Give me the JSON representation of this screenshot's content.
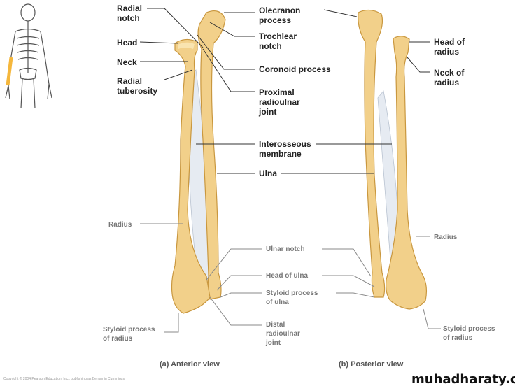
{
  "labels_anterior_left": {
    "radial_notch": [
      "Radial",
      "notch"
    ],
    "head": "Head",
    "neck": "Neck",
    "radial_tuberosity": [
      "Radial",
      "tuberosity"
    ],
    "radius": "Radius",
    "styloid_process_radius": [
      "Styloid process",
      "of radius"
    ]
  },
  "labels_center": {
    "olecranon_process": [
      "Olecranon",
      "process"
    ],
    "trochlear_notch": [
      "Trochlear",
      "notch"
    ],
    "coronoid_process": "Coronoid process",
    "proximal_radioulnar_joint": [
      "Proximal",
      "radioulnar",
      "joint"
    ],
    "interosseous_membrane": [
      "Interosseous",
      "membrane"
    ],
    "ulna": "Ulna",
    "ulnar_notch": "Ulnar notch",
    "head_of_ulna": "Head of ulna",
    "styloid_process_ulna": [
      "Styloid process",
      "of ulna"
    ],
    "distal_radioulnar_joint": [
      "Distal",
      "radioulnar",
      "joint"
    ]
  },
  "labels_posterior_right": {
    "head_of_radius": [
      "Head of",
      "radius"
    ],
    "neck_of_radius": [
      "Neck of",
      "radius"
    ],
    "radius": "Radius",
    "styloid_process_radius": [
      "Styloid process",
      "of radius"
    ]
  },
  "captions": {
    "anterior": "(a) Anterior view",
    "posterior": "(b) Posterior view"
  },
  "watermark": "muhadharaty.com",
  "copyright": "Copyright © 2004 Pearson Education, Inc., publishing as Benjamin Cummings",
  "colors": {
    "bone": "#f2d08a",
    "highlight": "#f5b73c",
    "membrane": "#e6ebf2"
  }
}
